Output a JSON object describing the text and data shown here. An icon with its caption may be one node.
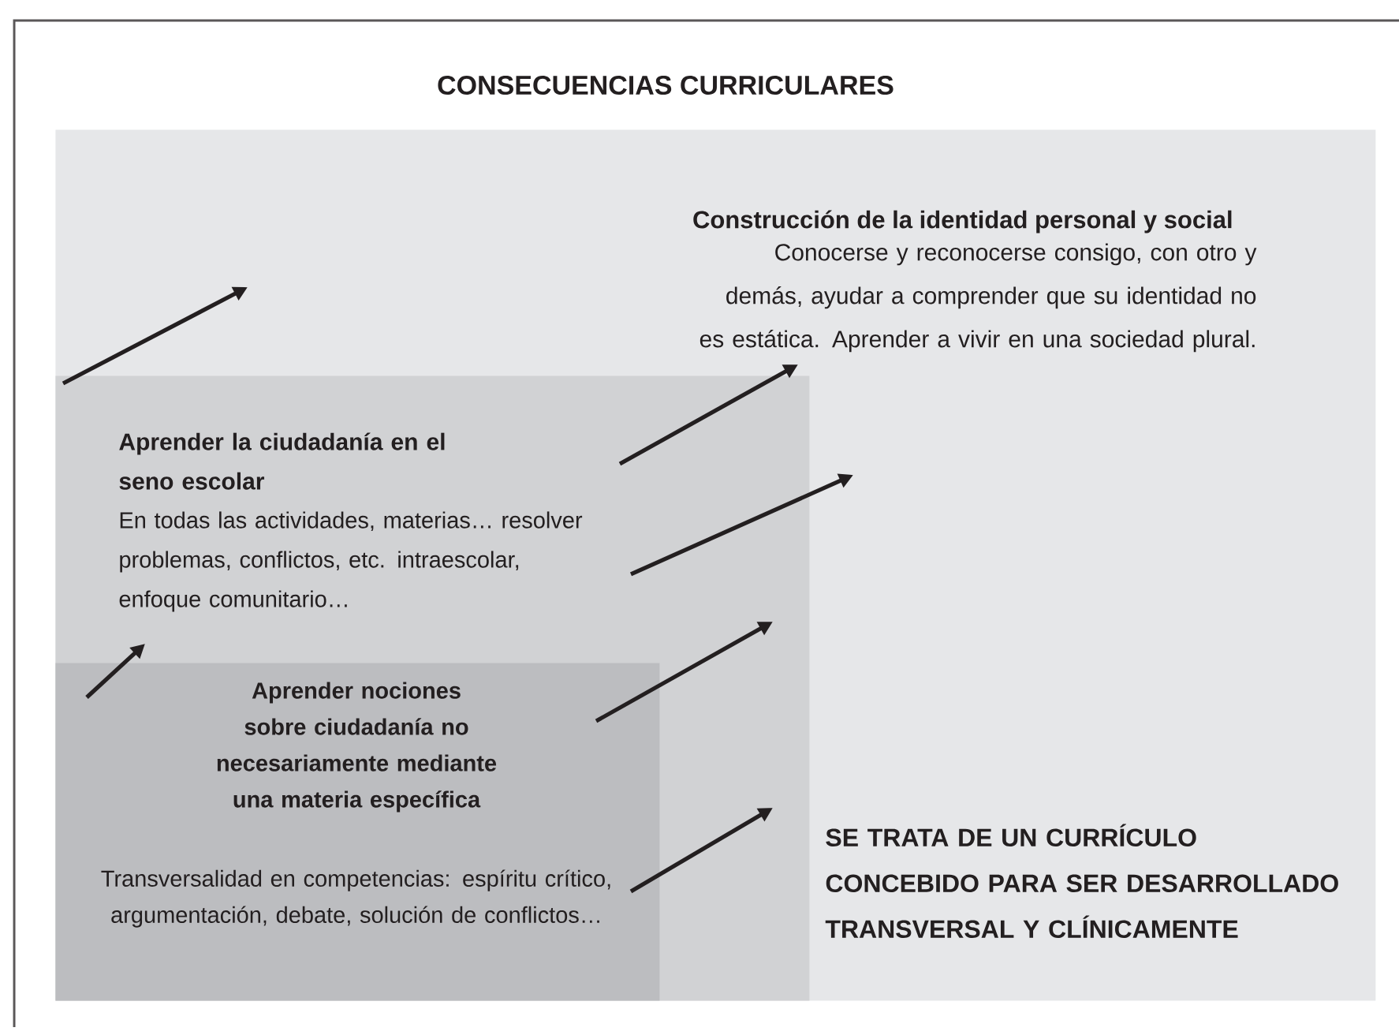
{
  "diagram": {
    "title": "CONSECUENCIAS CURRICULARES",
    "nodes": [
      {
        "text": [
          "Construcción de la identidad personal y social",
          "Conocerse y reconocerse consigo, con otro y demás, ayudar a comprender que su identidad no es estática. Aprender a vivir en una sociedad plural."
        ]
      },
      {
        "text": [
          "Aprender la ciudadanía en el seno escolar",
          "En todas las actividades, materias… resolver problemas, conflictos, etc. intraescolar, enfoque comunitario…"
        ],
        "in": 0
      },
      {
        "text": [
          "Aprender nociones sobre ciudadanía no necesariamente mediante una materia específica",
          "Transversalidad en competencias: espíritu crítico, argumentación, debate, solución de conflictos…"
        ],
        "in": 1
      }
    ],
    "labels": [
      "SE TRATA DE UN CURRÍCULO CONCEBIDO PARA SER DESARROLLADO TRANSVERSAL Y CLÍNICAMENTE"
    ]
  }
}
